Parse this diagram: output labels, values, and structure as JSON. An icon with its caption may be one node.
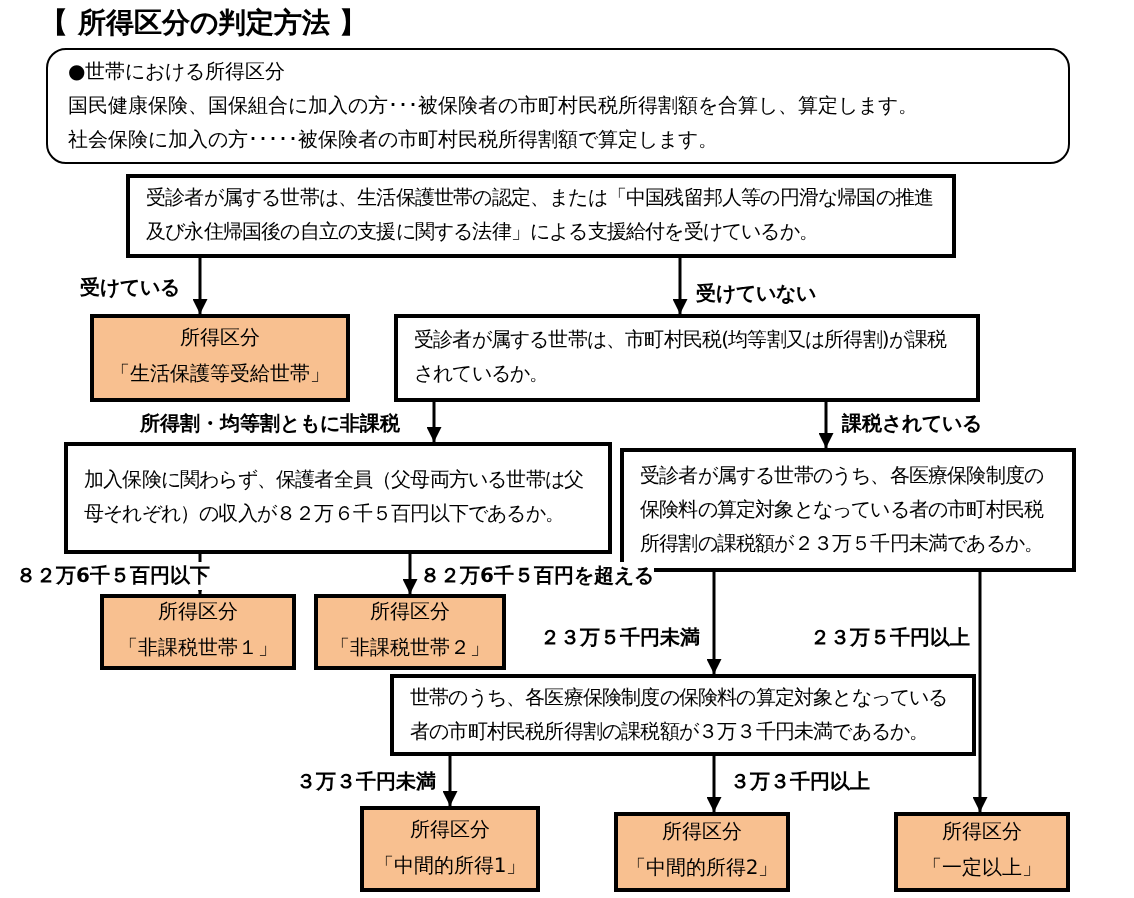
{
  "diagram": {
    "title": "【 所得区分の判定方法 】",
    "nodes": [
      {
        "text": [
          "●世帯における所得区分",
          "国民健康保険、国保組合に加入の方･･･被保険者の市町村民税所得割額を合算し、算定します。",
          "社会保険に加入の方･････被保険者の市町村民税所得割額で算定します。"
        ]
      },
      {
        "text": [
          "受診者が属する世帯は、生活保護世帯の認定、または「中国残留邦人等の円滑な帰国の推進及び永住帰国後の自立の支援に関する法律」による支援給付を受けているか。"
        ]
      },
      {
        "text": [
          "所得区分",
          "「生活保護等受給世帯」"
        ]
      },
      {
        "text": [
          "受診者が属する世帯は、市町村民税(均等割又は所得割)が課税されているか。"
        ]
      },
      {
        "text": [
          "加入保険に関わらず、保護者全員（父母両方いる世帯は父母それぞれ）の収入が８２万６千５百円以下であるか。"
        ]
      },
      {
        "text": [
          "受診者が属する世帯のうち、各医療保険制度の保険料の算定対象となっている者の市町村民税所得割の課税額が２３万５千円未満であるか。"
        ]
      },
      {
        "text": [
          "所得区分",
          "「非課税世帯１」"
        ]
      },
      {
        "text": [
          "所得区分",
          "「非課税世帯２」"
        ]
      },
      {
        "text": [
          "世帯のうち、各医療保険制度の保険料の算定対象となっている者の市町村民税所得割の課税額が３万３千円未満であるか。"
        ]
      },
      {
        "text": [
          "所得区分",
          "「中間的所得1」"
        ]
      },
      {
        "text": [
          "所得区分",
          "「中間的所得2」"
        ]
      },
      {
        "text": [
          "所得区分",
          "「一定以上」"
        ]
      }
    ],
    "edges": [
      {
        "from": 1,
        "to": 2,
        "arrow": "to",
        "label": "受けている"
      },
      {
        "from": 1,
        "to": 3,
        "arrow": "to",
        "label": "受けていない"
      },
      {
        "from": 3,
        "to": 4,
        "arrow": "to",
        "label": "所得割・均等割ともに非課税"
      },
      {
        "from": 3,
        "to": 5,
        "arrow": "to",
        "label": "課税されている"
      },
      {
        "from": 4,
        "to": 6,
        "arrow": "to",
        "label": "８２万6千５百円以下"
      },
      {
        "from": 4,
        "to": 7,
        "arrow": "to",
        "label": "８２万6千５百円を超える"
      },
      {
        "from": 5,
        "to": 8,
        "arrow": "to",
        "label": "２３万５千円未満"
      },
      {
        "from": 5,
        "to": 11,
        "arrow": "to",
        "label": "２３万５千円以上"
      },
      {
        "from": 8,
        "to": 9,
        "arrow": "to",
        "label": "３万３千円未満"
      },
      {
        "from": 8,
        "to": 10,
        "arrow": "to",
        "label": "３万３千円以上"
      }
    ]
  }
}
